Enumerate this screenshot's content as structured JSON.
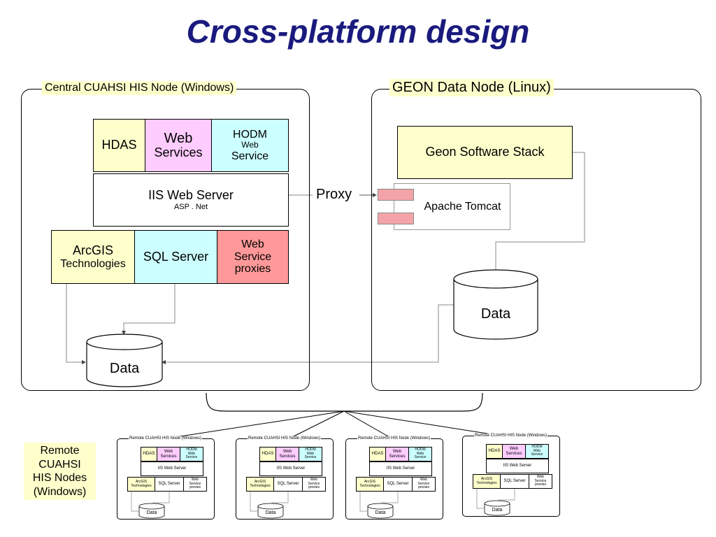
{
  "title": "Cross-platform design",
  "central": {
    "legend": "Central CUAHSI HIS Node (Windows)",
    "hdas": "HDAS",
    "web_services": [
      "Web",
      "Services"
    ],
    "hodm": [
      "HODM",
      "Web",
      "Service"
    ],
    "iis": "IIS Web Server",
    "aspnet": "ASP . Net",
    "arcgis": [
      "ArcGIS",
      "Technologies"
    ],
    "sql": "SQL Server",
    "proxies": [
      "Web",
      "Service",
      "proxies"
    ],
    "data": "Data"
  },
  "proxy_label": "Proxy",
  "geon": {
    "legend": "GEON Data Node (Linux)",
    "stack": "Geon Software Stack",
    "tomcat": "Apache Tomcat",
    "data": "Data"
  },
  "remote": {
    "label": [
      "Remote",
      "CUAHSI",
      "HIS Nodes",
      "(Windows)"
    ],
    "node": {
      "legend": "Remote CUAHSI HIS Node (Windows)",
      "hdas": "HDAS",
      "web_services": [
        "Web",
        "Services"
      ],
      "hodm": [
        "HODM",
        "Web",
        "Service"
      ],
      "iis": "IIS Web Server",
      "arcgis": [
        "ArcGIS",
        "Technologies"
      ],
      "sql": "SQL Server",
      "proxies": [
        "Web",
        "Service",
        "proxies"
      ],
      "data": "Data"
    }
  },
  "colors": {
    "title": "#1a1a7e",
    "legend_bg": "#ffffcc",
    "pink": "#ffccff",
    "cyan": "#ccffff",
    "salmon": "#ff9999",
    "plug": "#f4a4a8"
  }
}
